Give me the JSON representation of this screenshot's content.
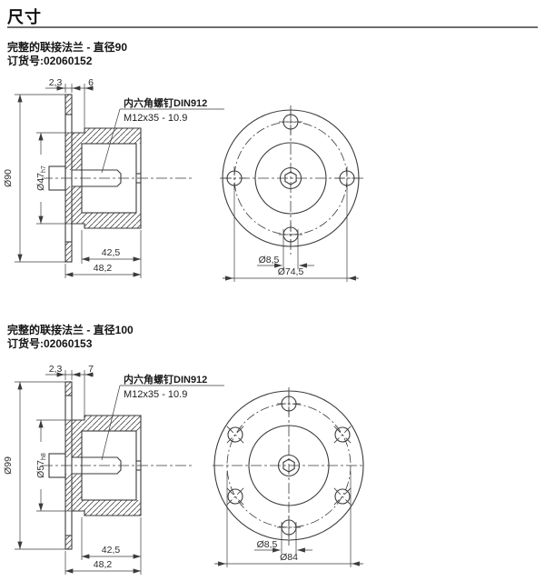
{
  "page": {
    "title": "尺寸"
  },
  "sections": [
    {
      "heading": "完整的联接法兰 - 直径90",
      "order_label": "订货号:02060152",
      "side_view": {
        "dim_plate_thickness": "2,3",
        "dim_flange_offset": "6",
        "dim_outer_diameter": "Ø90",
        "dim_pilot_diameter": "Ø47",
        "dim_pilot_tolerance": "h7",
        "dim_hub_length": "42,5",
        "dim_total_length": "48,2",
        "screw_note_line1": "内六角螺钉DIN912",
        "screw_note_line2": "M12x35 - 10.9"
      },
      "front_view": {
        "bolt_hole_count": 4,
        "dim_bolt_hole": "Ø8,5",
        "dim_bolt_circle": "Ø74,5"
      }
    },
    {
      "heading": "完整的联接法兰 - 直径100",
      "order_label": "订货号:02060153",
      "side_view": {
        "dim_plate_thickness": "2,3",
        "dim_flange_offset": "7",
        "dim_outer_diameter": "Ø99",
        "dim_pilot_diameter": "Ø57",
        "dim_pilot_tolerance": "h8",
        "dim_hub_length": "42,5",
        "dim_total_length": "48,2",
        "screw_note_line1": "内六角螺钉DIN912",
        "screw_note_line2": "M12x35 - 10.9"
      },
      "front_view": {
        "bolt_hole_count": 6,
        "dim_bolt_hole": "Ø8,5",
        "dim_bolt_circle": "Ø84"
      }
    }
  ],
  "colors": {
    "line": "#3b3b3b",
    "text": "#2d2d2d",
    "heading_text": "#151515",
    "rule": "#6e6e6e"
  }
}
